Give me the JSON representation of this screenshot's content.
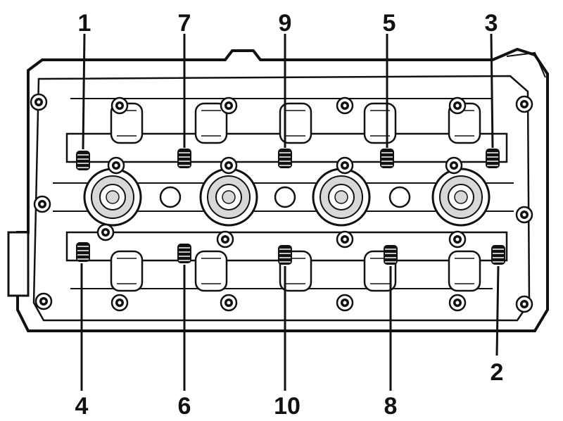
{
  "labels_top": [
    "1",
    "7",
    "9",
    "5",
    "3"
  ],
  "labels_bottom": [
    "4",
    "6",
    "10",
    "8",
    "2"
  ],
  "colors": {
    "ink": "#111111",
    "fill": "#ffffff",
    "shade": "#d8d8d8"
  }
}
